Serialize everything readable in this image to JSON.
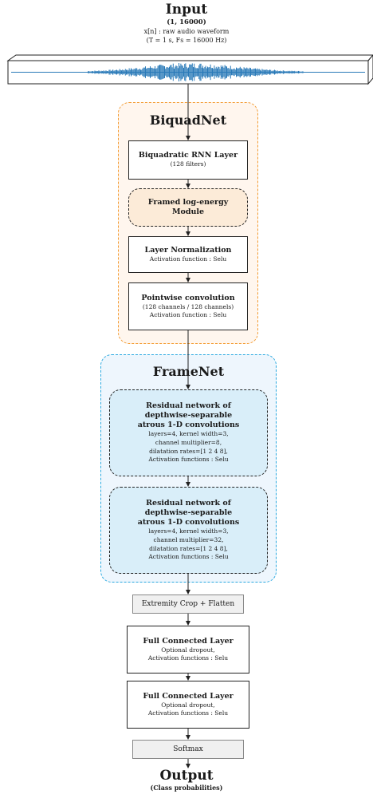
{
  "input": {
    "title": "Input",
    "shape": "(1, 16000)",
    "desc1": "x[n] : raw audio waveform",
    "desc2": "(T = 1 s, Fs = 16000 Hz)"
  },
  "biquadnet": {
    "title": "BiquadNet",
    "rnn": {
      "title": "Biquadratic RNN Layer",
      "sub": "(128 filters)"
    },
    "logenergy": {
      "title1": "Framed log-energy",
      "title2": "Module"
    },
    "layernorm": {
      "title": "Layer Normalization",
      "sub": "Activation function : Selu"
    },
    "pointwise": {
      "title": "Pointwise convolution",
      "sub1": "(128 channels / 128 channels)",
      "sub2": "Activation function : Selu"
    }
  },
  "framenet": {
    "title": "FrameNet",
    "res1": {
      "t1": "Residual network of",
      "t2": "depthwise-separable",
      "t3": "atrous 1-D convolutions",
      "s1": "layers=4, kernel width=3,",
      "s2": "channel multiplier=8,",
      "s3": "dilatation rates=[1 2 4 8],",
      "s4": "Activation functions : Selu"
    },
    "res2": {
      "t1": "Residual network of",
      "t2": "depthwise-separable",
      "t3": "atrous 1-D convolutions",
      "s1": "layers=4, kernel width=3,",
      "s2": "channel multiplier=32,",
      "s3": "dilatation rates=[1 2 4 8],",
      "s4": "Activation functions : Selu"
    }
  },
  "crop": "Extremity Crop + Flatten",
  "fc1": {
    "title": "Full Connected Layer",
    "s1": "Optional dropout,",
    "s2": "Activation functions : Selu"
  },
  "fc2": {
    "title": "Full Connected Layer",
    "s1": "Optional dropout,",
    "s2": "Activation functions : Selu"
  },
  "softmax": "Softmax",
  "output": {
    "title": "Output",
    "sub": "(Class probabilities)"
  },
  "colors": {
    "biquad_border": "#f39c33",
    "biquad_fill": "#fff6ee",
    "frame_border": "#2aa9e0",
    "frame_fill": "#eef6fd",
    "sub_blue": "#d9eef9",
    "sub_orange": "#fcebd8",
    "wave": "#2a7ab8"
  }
}
